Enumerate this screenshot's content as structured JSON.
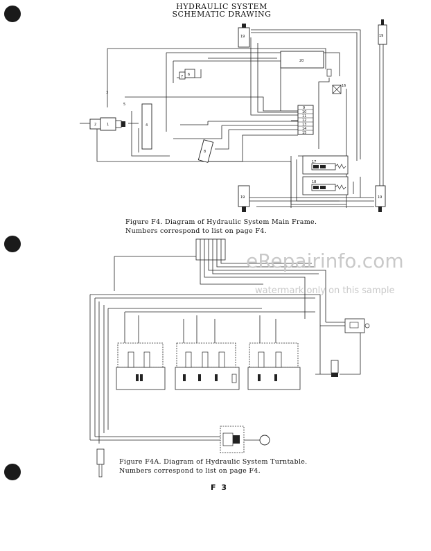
{
  "header": {
    "line1": "HYDRAULIC SYSTEM",
    "line2": "SCHEMATIC DRAWING"
  },
  "figure_f4": {
    "caption_line1": "Figure F4.  Diagram of Hydraulic System Main Frame.",
    "caption_line2": "Numbers correspond to list on page F4.",
    "labels": {
      "n1": "1",
      "n2": "2",
      "n3": "3",
      "n4": "4",
      "n5": "5",
      "n6": "6",
      "n7": "7",
      "n8": "8",
      "n9": "9",
      "n10": "10",
      "n11": "11",
      "n12": "12",
      "n13": "13",
      "n14": "14",
      "n15": "15",
      "n16": "16",
      "n17": "17",
      "n18": "18",
      "n19": "19",
      "n20": "20"
    }
  },
  "figure_f4a": {
    "caption_line1": "Figure F4A.  Diagram of Hydraulic System Turntable.",
    "caption_line2": "Numbers correspond to list on page F4."
  },
  "watermark": {
    "main": "eRepairinfo.com",
    "sub": "watermark only on this sample"
  },
  "footer": {
    "page_number": "F  3"
  }
}
